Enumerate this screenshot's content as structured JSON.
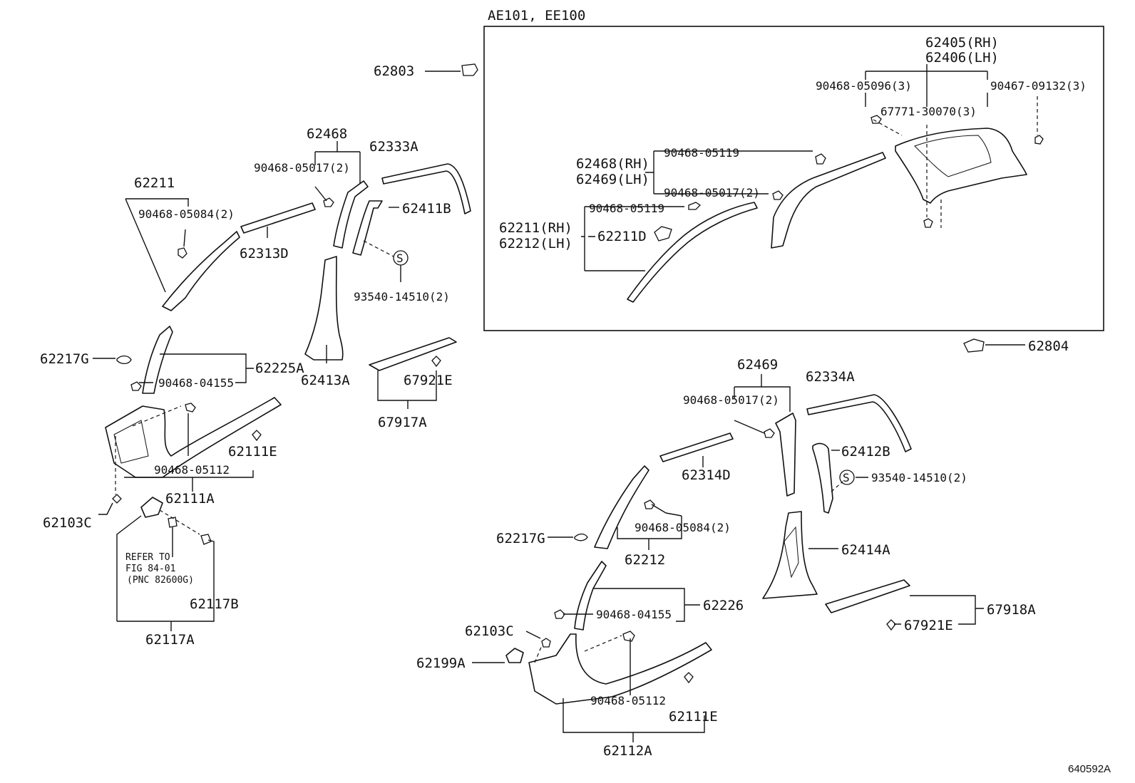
{
  "diagram": {
    "variant_box_title": "AE101, EE100",
    "figure_code": "640592A",
    "refer_note": {
      "line1": "REFER TO",
      "line2": "FIG 84-01",
      "line3": "(PNC 82600G)"
    },
    "left_group": {
      "p62803": "62803",
      "p62211": "62211",
      "c9046805084": "90468-05084(2)",
      "p62313D": "62313D",
      "p62468": "62468",
      "c9046805017": "90468-05017(2)",
      "p62333A": "62333A",
      "p62411B": "62411B",
      "screw_symbol": "S",
      "s9354014510": "93540-14510(2)",
      "p62413A": "62413A",
      "p62217G": "62217G",
      "p62225A": "62225A",
      "c9046804155": "90468-04155",
      "p67921E": "67921E",
      "p67917A": "67917A",
      "p62111E": "62111E",
      "c9046805112": "90468-05112",
      "p62111A": "62111A",
      "p62103C": "62103C",
      "p62117B": "62117B",
      "p62117A": "62117A"
    },
    "box_group": {
      "p62405": "62405(RH)",
      "p62406": "62406(LH)",
      "c9046805096": "90468-05096(3)",
      "c9046709132": "90467-09132(3)",
      "c6777130070": "67771-30070(3)",
      "p62468rh": "62468(RH)",
      "p62469lh": "62469(LH)",
      "c9046805119a": "90468-05119",
      "c9046805017b": "90468-05017(2)",
      "c9046805119b": "90468-05119",
      "p62211rh": "62211(RH)",
      "p62212lh": "62212(LH)",
      "p62211D": "62211D"
    },
    "right_group": {
      "p62804": "62804",
      "p62469": "62469",
      "c9046805017": "90468-05017(2)",
      "p62334A": "62334A",
      "p62314D": "62314D",
      "p62412B": "62412B",
      "screw_symbol": "S",
      "s9354014510": "93540-14510(2)",
      "c9046805084": "90468-05084(2)",
      "p62217G": "62217G",
      "p62212": "62212",
      "p62414A": "62414A",
      "p62226": "62226",
      "c9046804155": "90468-04155",
      "p67918A": "67918A",
      "p62103C": "62103C",
      "p67921E": "67921E",
      "p62199A": "62199A",
      "c9046805112": "90468-05112",
      "p62111E": "62111E",
      "p62112A": "62112A"
    }
  }
}
